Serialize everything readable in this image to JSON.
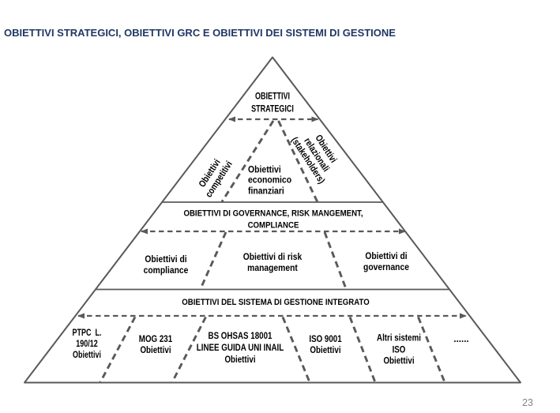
{
  "slide": {
    "title": "OBIETTIVI STRATEGICI, OBIETTIVI GRC E OBIETTIVI DEI SISTEMI DI GESTIONE",
    "page_number": "23",
    "colors": {
      "title_text": "#1f3864",
      "diagram_lines": "#595959",
      "diagram_text": "#000000",
      "page_number_text": "#848484"
    }
  },
  "pyramid": {
    "tier1_strategic": {
      "label_lines": [
        "OBIETTIVI",
        "STRATEGICI"
      ]
    },
    "tier2_strategic_breakdown": {
      "competitive": {
        "label_lines": [
          "Obiettivi",
          "competitivi"
        ]
      },
      "economic_financial": {
        "label_lines": [
          "Obiettivi",
          "economico",
          "finanziari"
        ]
      },
      "relational_stakeholders": {
        "label_lines": [
          "Obiettivi",
          "relazionali",
          "(stakeholders)"
        ]
      }
    },
    "grc_band": {
      "label_lines": [
        "OBIETTIVI DI GOVERNANCE, RISK MANGEMENT,",
        "COMPLIANCE"
      ]
    },
    "tier3_grc_breakdown": {
      "compliance": {
        "label_lines": [
          "Obiettivi di",
          "compliance"
        ]
      },
      "risk_management": {
        "label_lines": [
          "Obiettivi di risk",
          "management"
        ]
      },
      "governance": {
        "label_lines": [
          "Obiettivi di",
          "governance"
        ]
      }
    },
    "sgi_band": {
      "label": "OBIETTIVI DEL SISTEMA DI GESTIONE INTEGRATO"
    },
    "tier4_systems": {
      "cells": [
        {
          "label_lines": [
            "PTPC  L.",
            "190/12",
            "Obiettivi"
          ]
        },
        {
          "label_lines": [
            "MOG 231",
            "Obiettivi"
          ]
        },
        {
          "label_lines": [
            "BS OHSAS 18001",
            "LINEE GUIDA UNI INAIL",
            "Obiettivi"
          ]
        },
        {
          "label_lines": [
            "ISO 9001",
            "Obiettivi"
          ]
        },
        {
          "label_lines": [
            "Altri sistemi",
            "ISO",
            "Obiettivi"
          ]
        },
        {
          "label_lines": [
            "......"
          ]
        }
      ]
    }
  }
}
